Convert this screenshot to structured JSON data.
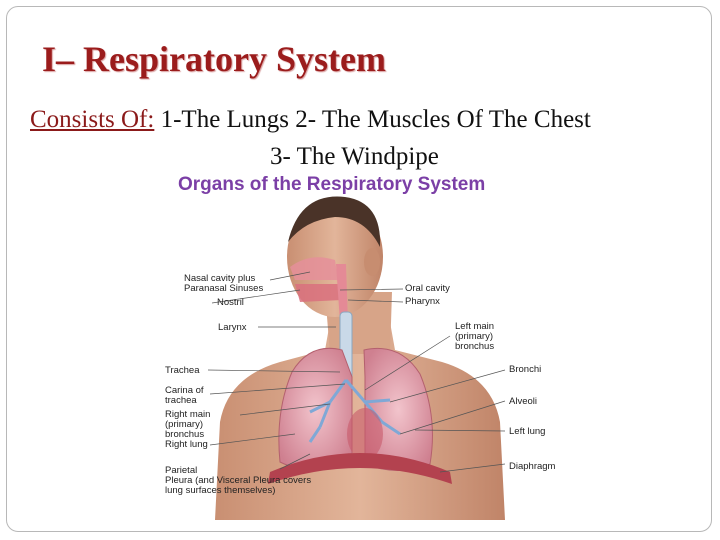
{
  "slide": {
    "title": "I– Respiratory System",
    "consists_label": "Consists Of:",
    "consists_line1": " 1-The Lungs 2- The Muscles Of  The Chest",
    "consists_line2": "3- The Windpipe"
  },
  "figure": {
    "title": "Organs of the Respiratory System",
    "labels_left": {
      "nasal": "Nasal cavity plus\nParanasal Sinuses",
      "nostril": "Nostril",
      "larynx": "Larynx",
      "trachea": "Trachea",
      "carina": "Carina of\ntrachea",
      "right_main": "Right main\n(primary)\nbronchus",
      "right_lung": "Right lung",
      "parietal": "Parietal\nPleura (and Visceral Pleura covers\nlung surfaces themselves)"
    },
    "labels_right": {
      "oral": "Oral cavity",
      "pharynx": "Pharynx",
      "left_main": "Left main\n(primary)\nbronchus",
      "bronchi": "Bronchi",
      "alveoli": "Alveoli",
      "left_lung": "Left lung",
      "diaphragm": "Diaphragm"
    }
  }
}
